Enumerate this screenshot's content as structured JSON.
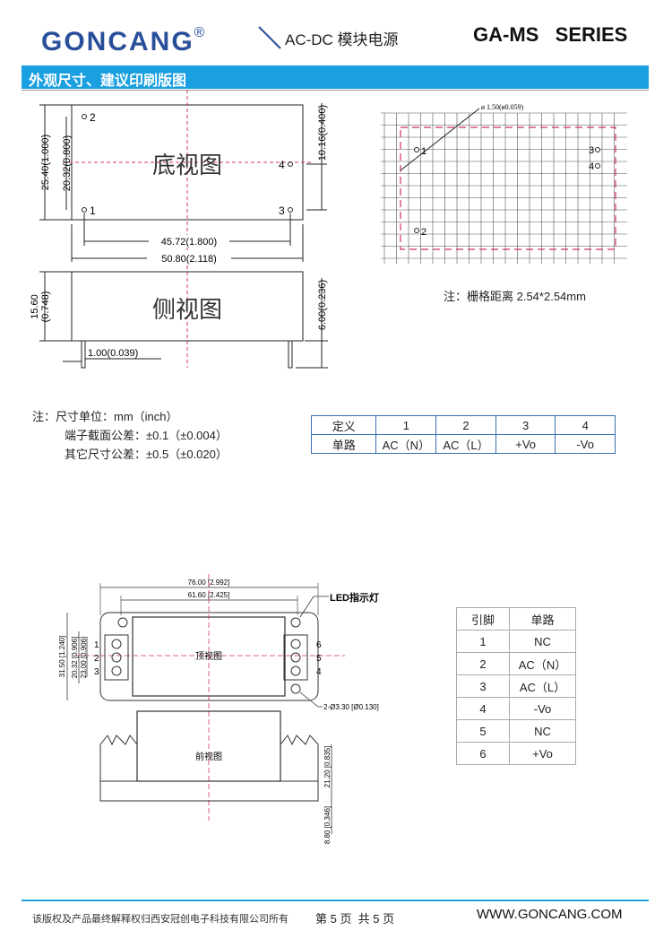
{
  "header": {
    "logo": "GONCANG",
    "logo_reg": "®",
    "product": "AC-DC 模块电源",
    "series": "GA-MS   SERIES"
  },
  "section_title": "外观尺寸、建议印刷版图",
  "bottom_view": {
    "title": "底视图",
    "pins": [
      "2",
      "1",
      "4",
      "3"
    ],
    "dim_height": "25.40(1.000)",
    "dim_inner_height": "20.32(0.800)",
    "dim_right": "10.16(0.400)",
    "dim_width_inner": "45.72(1.800)",
    "dim_width": "50.80(2.118)"
  },
  "side_view": {
    "title": "侧视图",
    "dim_height_a": "15.60",
    "dim_height_b": "(0.748)",
    "dim_pin_height": "6.00(0.236)",
    "dim_pin_dia": "1.00(0.039)"
  },
  "pcb_layout": {
    "hole_label": "ø 1.50(ø0.059)",
    "pins": [
      "1",
      "3",
      "4",
      "2"
    ],
    "note": "注：栅格距离 2.54*2.54mm"
  },
  "notes": {
    "prefix": "注：",
    "line1": "尺寸单位：mm（inch）",
    "line2": "端子截面公差：±0.1（±0.004）",
    "line3": "其它尺寸公差：±0.5（±0.020）"
  },
  "pin_table_1": {
    "headers": [
      "定义",
      "1",
      "2",
      "3",
      "4"
    ],
    "row": [
      "单路",
      "AC（N）",
      "AC（L）",
      "+Vo",
      "-Vo"
    ]
  },
  "drawing2": {
    "dim_total_width": "76.00 [2.992]",
    "dim_inner_width": "61.60 [2.425]",
    "led_label": "LED指示灯",
    "dim_height_total": "31.50 [1.240]",
    "dim_height_a": "20.32 [0.906]",
    "dim_height_b": "23.00 [0.906]",
    "top_title": "顶视图",
    "terminals_left": [
      "1",
      "2",
      "3"
    ],
    "terminals_right": [
      "6",
      "5",
      "4"
    ],
    "hole_label": "2-Ø3.30 [Ø0.130]",
    "front_title": "前视图",
    "dim_front_height": "21.20 [0.835]",
    "dim_pin_height": "8.80 [0.346]"
  },
  "pin_table_2": {
    "headers": [
      "引脚",
      "单路"
    ],
    "rows": [
      [
        "1",
        "NC"
      ],
      [
        "2",
        "AC（N）"
      ],
      [
        "3",
        "AC（L）"
      ],
      [
        "4",
        "-Vo"
      ],
      [
        "5",
        "NC"
      ],
      [
        "6",
        "+Vo"
      ]
    ]
  },
  "footer": {
    "copyright": "该版权及产品最终解释权归西安冠创电子科技有限公司所有",
    "page": "第 5 页  共 5 页",
    "website": "WWW.GONCANG.COM"
  }
}
